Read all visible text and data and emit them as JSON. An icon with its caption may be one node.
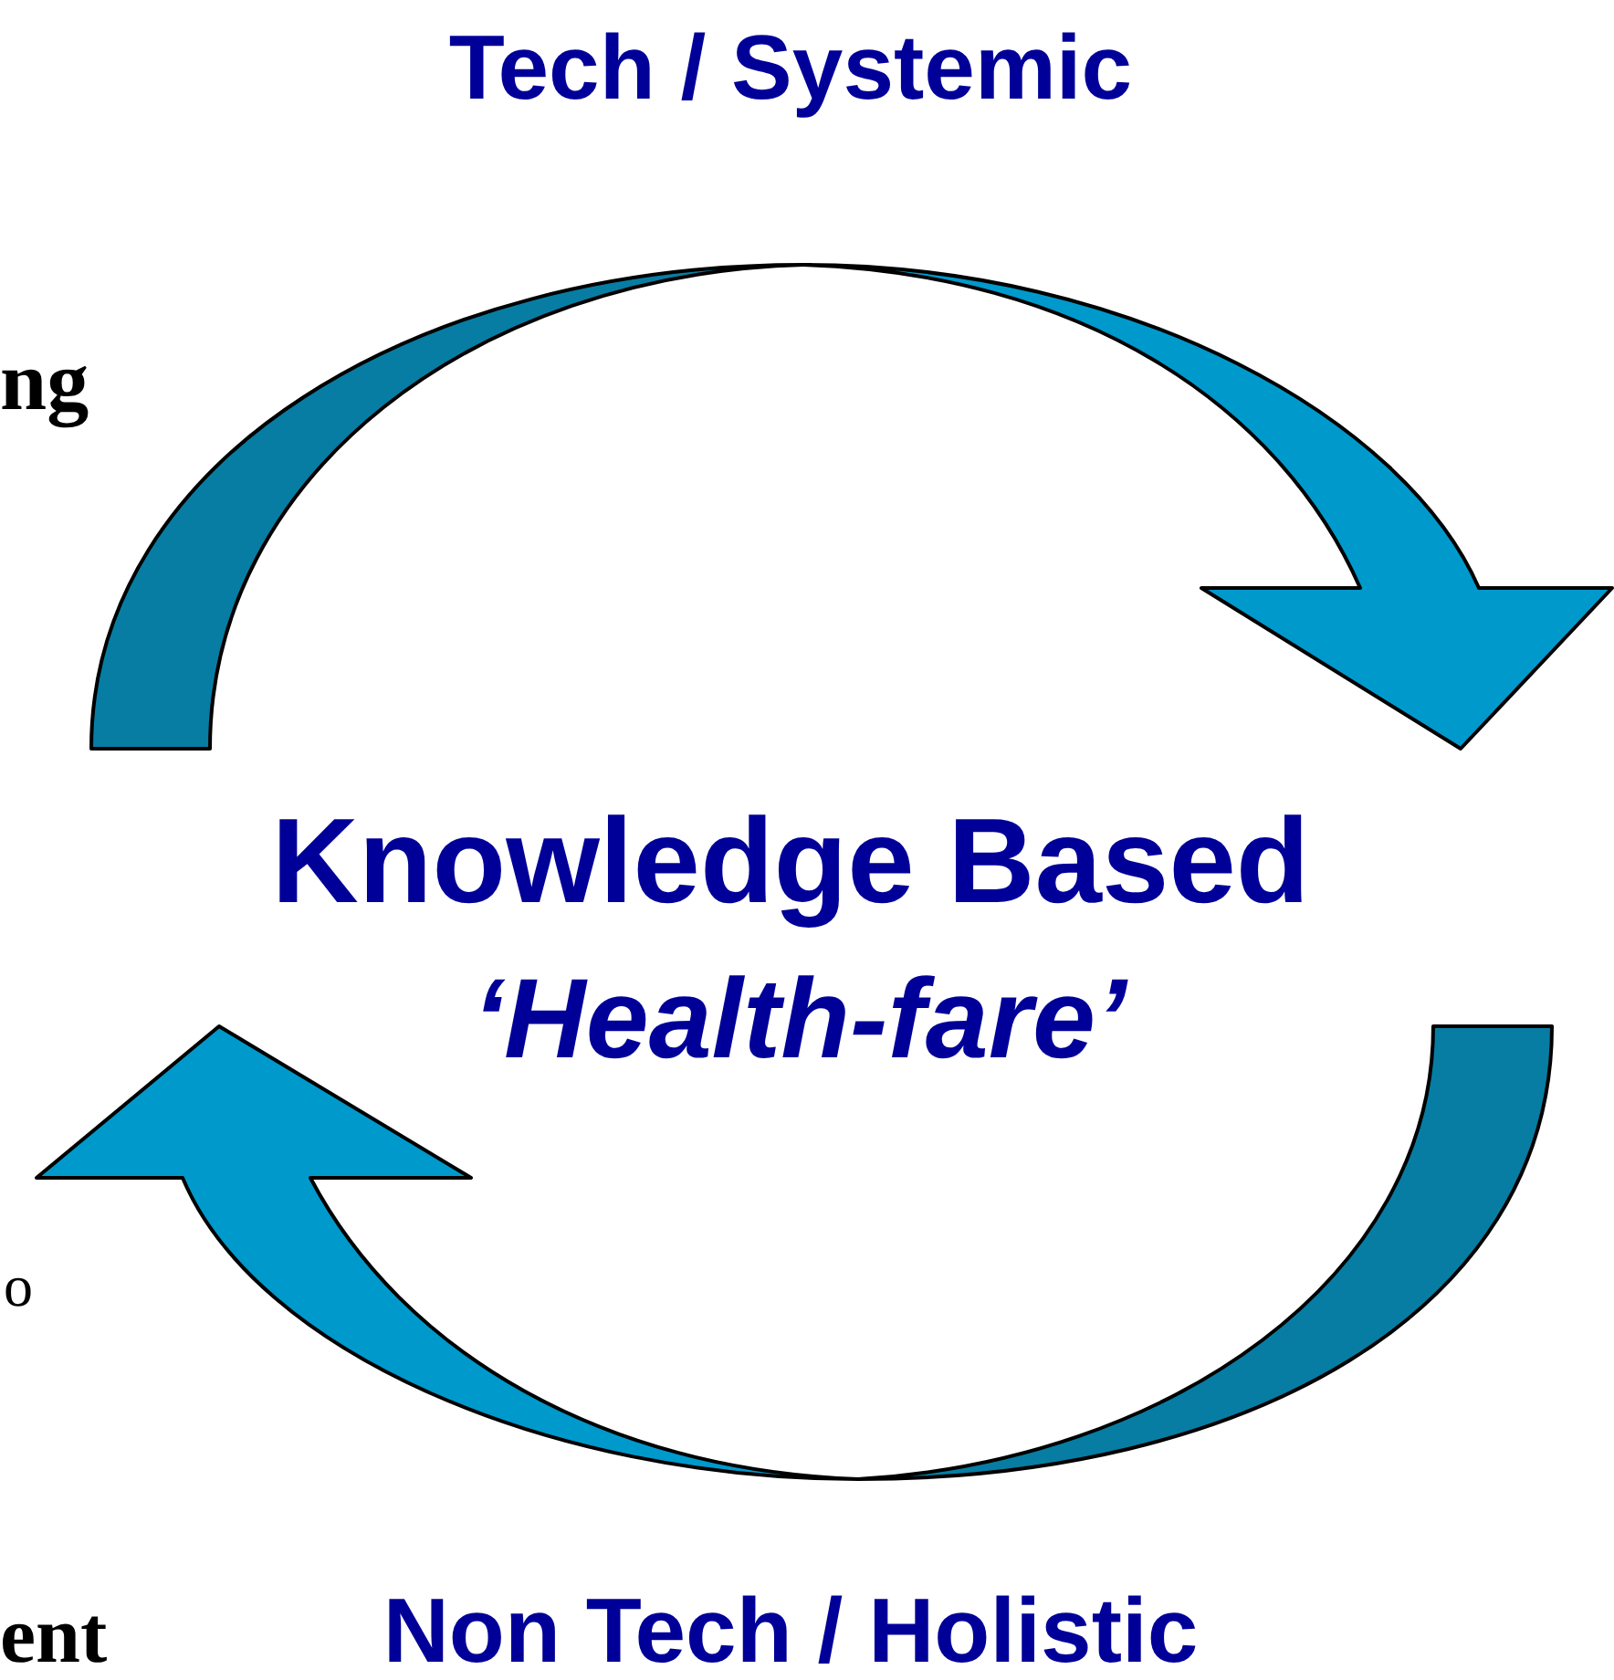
{
  "diagram": {
    "labels": [
      "ng",
      "Tech / Systemic",
      "Knowledge Based",
      "‘Health-fare’",
      "o",
      "Non Tech / Holistic",
      "ent"
    ]
  }
}
